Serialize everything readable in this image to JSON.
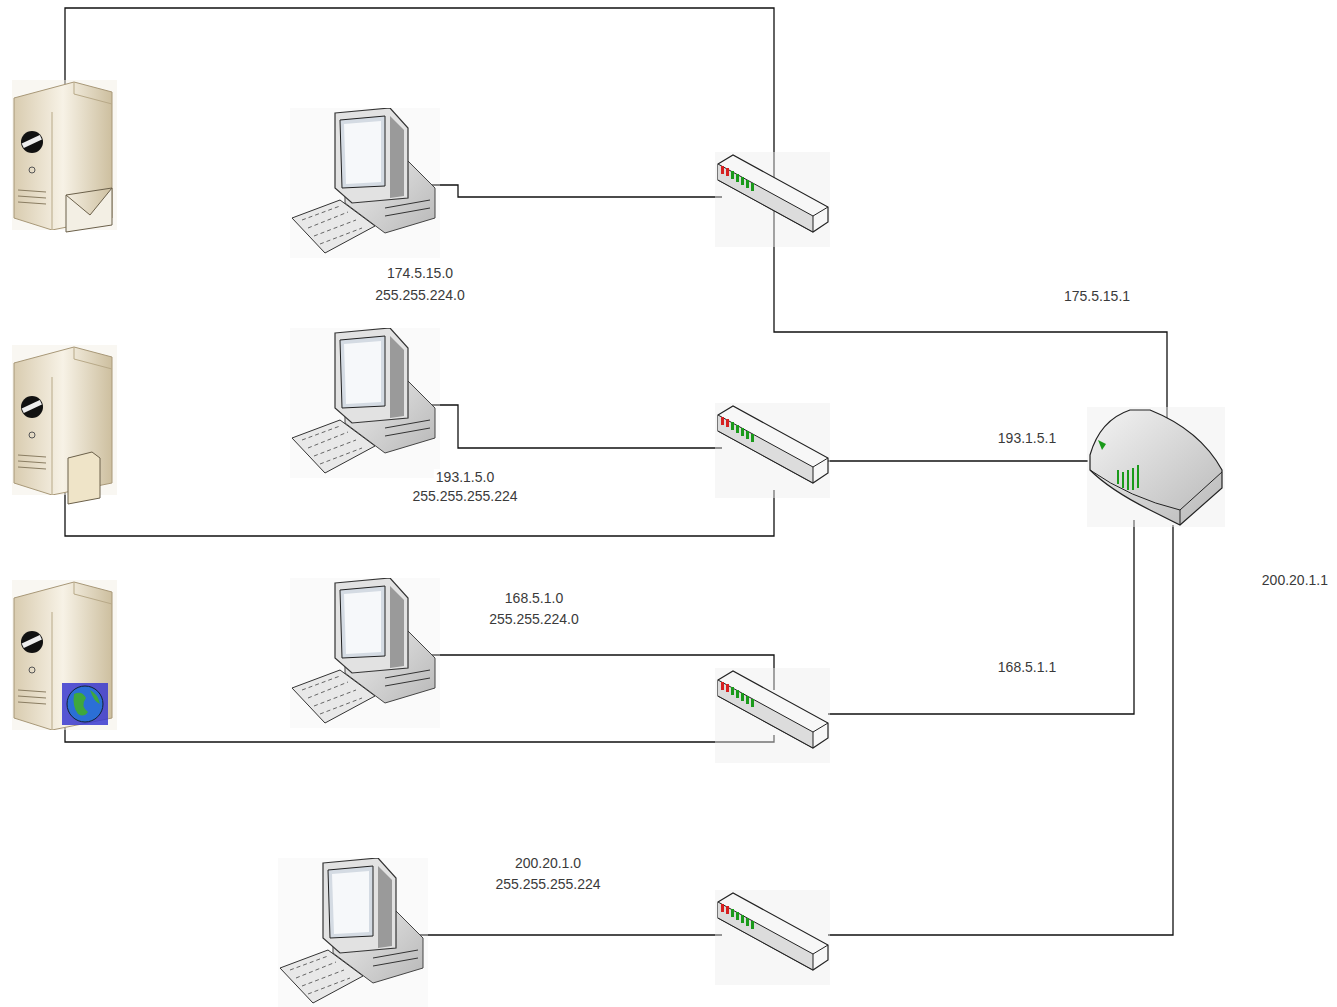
{
  "diagram": {
    "labels": [
      "174.5.15.0",
      "255.255.224.0",
      "175.5.15.1",
      "193.1.5.1",
      "193.1.5.0",
      "255.255.255.224",
      "168.5.1.0",
      "255.255.224.0",
      "168.5.1.1",
      "200.20.1.1",
      "200.20.1.0",
      "255.255.255.224"
    ]
  }
}
